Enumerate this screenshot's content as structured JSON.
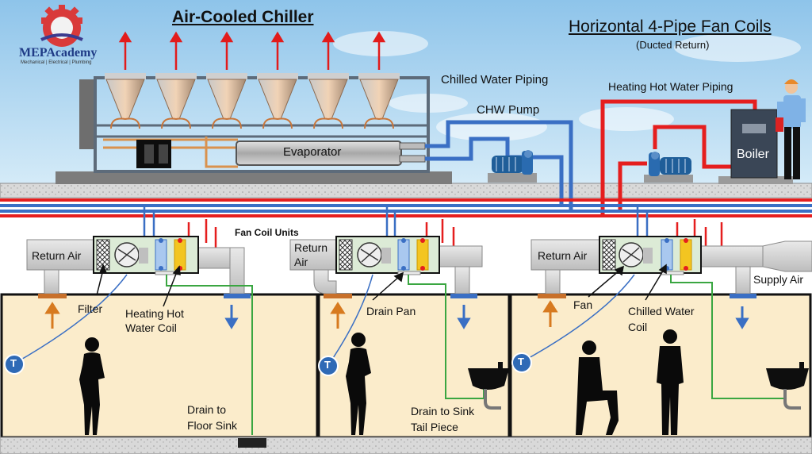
{
  "logo": {
    "name": "MEPAcademy",
    "tagline": "Mechanical | Electrical | Plumbing"
  },
  "titles": {
    "chiller": "Air-Cooled Chiller",
    "fan_coils": "Horizontal 4-Pipe Fan Coils",
    "fan_coils_sub": "(Ducted Return)"
  },
  "labels": {
    "chilled_water_piping": "Chilled Water Piping",
    "chw_pump": "CHW Pump",
    "heating_hot_water_piping": "Heating Hot Water Piping",
    "evaporator": "Evaporator",
    "boiler": "Boiler",
    "fan_coil_units": "Fan Coil Units",
    "return_air_1": "Return Air",
    "return_air_2_line1": "Return",
    "return_air_2_line2": "Air",
    "return_air_3": "Return Air",
    "supply_air": "Supply Air",
    "filter": "Filter",
    "heating_coil_line1": "Heating Hot",
    "heating_coil_line2": "Water Coil",
    "drain_pan": "Drain Pan",
    "fan": "Fan",
    "chilled_coil_line1": "Chilled Water",
    "chilled_coil_line2": "Coil",
    "drain_floor_line1": "Drain to",
    "drain_floor_line2": "Floor Sink",
    "drain_sink_line1": "Drain to Sink",
    "drain_sink_line2": "Tail Piece",
    "thermostat": "T"
  },
  "colors": {
    "chilled_water": "#3a6fc4",
    "hot_water": "#e51e1e",
    "condensate": "#3aa641",
    "room": "#fbeccb",
    "sky": "#9fcdec",
    "heat_arrow": "#e21b1b",
    "return_arrow": "#d77a1f",
    "supply_arrow": "#3a6fc4"
  }
}
